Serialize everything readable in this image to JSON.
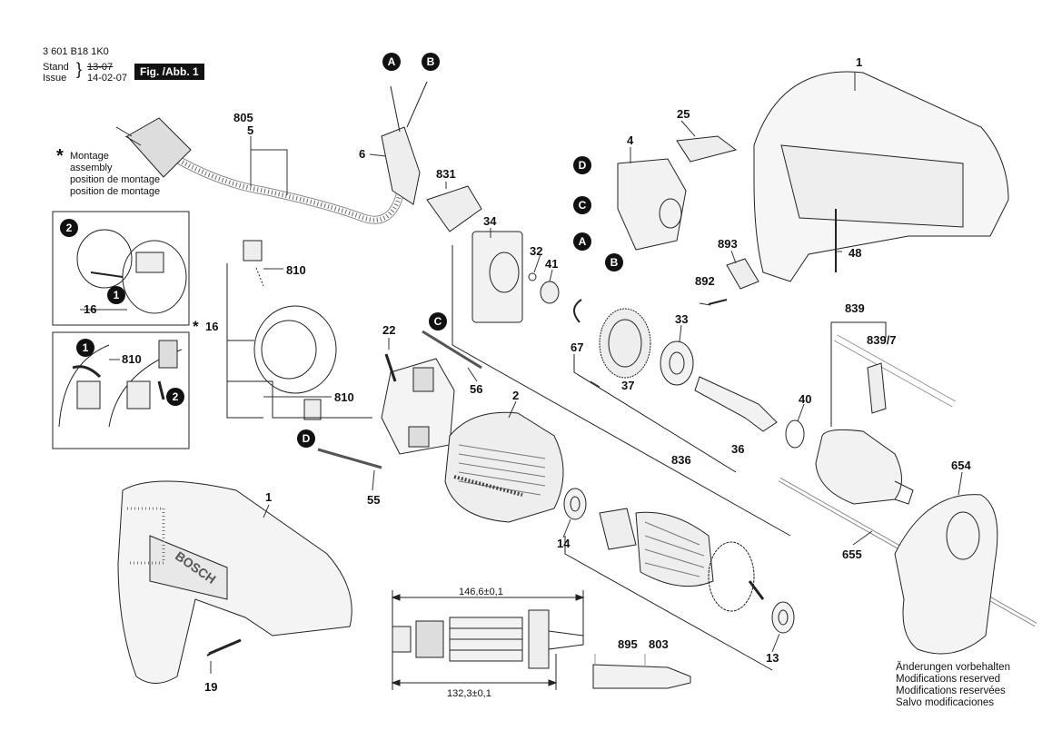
{
  "header": {
    "part_number": "3 601 B18 1K0",
    "stand_label": "Stand",
    "issue_label": "Issue",
    "stand_date": "13-07",
    "issue_date": "14-02-07",
    "figure_tag": "Fig. /Abb. 1"
  },
  "note": {
    "asterisk": "*",
    "lines": [
      "Montage",
      "assembly",
      "position de montage",
      "position de montage"
    ]
  },
  "badges": {
    "a": "A",
    "b": "B",
    "c": "C",
    "d": "D",
    "one": "1",
    "two": "2"
  },
  "parts": {
    "p1_top": "1",
    "p1_bottom": "1",
    "p2": "2",
    "p4": "4",
    "p5": "5",
    "p6": "6",
    "p13": "13",
    "p14": "14",
    "p16_inset": "16",
    "p16_star": "16",
    "p19": "19",
    "p22": "22",
    "p25": "25",
    "p32": "32",
    "p33": "33",
    "p34": "34",
    "p36": "36",
    "p37": "37",
    "p40": "40",
    "p41": "41",
    "p48": "48",
    "p55": "55",
    "p56": "56",
    "p67": "67",
    "p654": "654",
    "p655": "655",
    "p803": "803",
    "p805": "805",
    "p810_a": "810",
    "p810_b": "810",
    "p810_c": "810",
    "p831": "831",
    "p836": "836",
    "p839": "839",
    "p839_7": "839/7",
    "p892": "892",
    "p893": "893",
    "p895": "895"
  },
  "dimensions": {
    "top": "146,6±0,1",
    "bottom": "132,3±0,1"
  },
  "footer": {
    "lines": [
      "Änderungen vorbehalten",
      "Modifications reserved",
      "Modifications reservées",
      "Salvo modificaciones"
    ]
  },
  "brand": "BOSCH"
}
